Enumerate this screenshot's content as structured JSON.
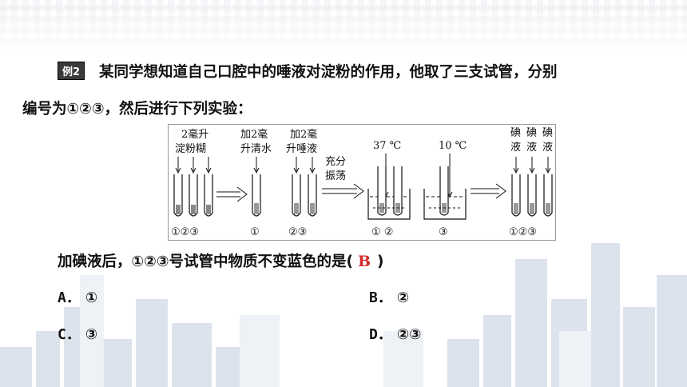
{
  "question": {
    "tag": "例2",
    "line1": "某同学想知道自己口腔中的唾液对淀粉的作用，他取了三支试管，分别",
    "line2": "编号为①②③，然后进行下列实验：",
    "prompt_before": "加碘液后，①②③号试管中物质不变蓝色的是(",
    "answer": "B",
    "prompt_after": ")"
  },
  "figure": {
    "step1_label_a": "2毫升",
    "step1_label_b": "淀粉糊",
    "step2_label_a": "加2毫",
    "step2_label_b": "升清水",
    "step3_label_a": "加2毫",
    "step3_label_b": "升唾液",
    "step4_label_a": "充分",
    "step4_label_b": "振荡",
    "temp1": "37 ℃",
    "temp2": "10 ℃",
    "iodine_a": "碘",
    "iodine_b": "液",
    "tube_123": "①②③",
    "tube_1": "①",
    "tube_23": "②③",
    "tube_1_2": "①  ②",
    "tube_3": "③"
  },
  "options": [
    {
      "label": "A．",
      "text": "①"
    },
    {
      "label": "B．",
      "text": "②"
    },
    {
      "label": "C．",
      "text": "③"
    },
    {
      "label": "D．",
      "text": "②③"
    }
  ]
}
